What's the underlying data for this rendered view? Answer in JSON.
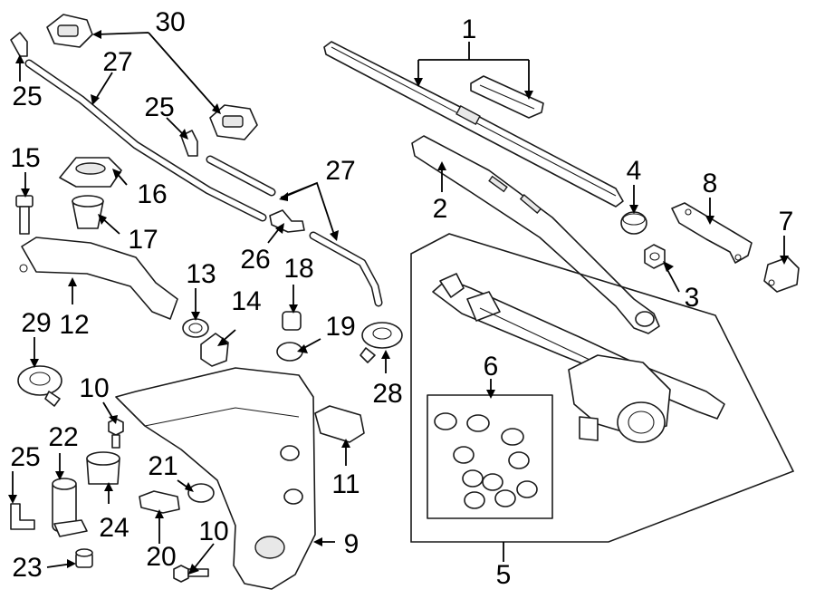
{
  "colors": {
    "line": "#1a1a1a",
    "background": "#ffffff",
    "shade": "#e8e8e8"
  },
  "callouts": {
    "c1": "1",
    "c2": "2",
    "c3": "3",
    "c4": "4",
    "c5": "5",
    "c6": "6",
    "c7": "7",
    "c8": "8",
    "c9": "9",
    "c10a": "10",
    "c10b": "10",
    "c11": "11",
    "c12": "12",
    "c13": "13",
    "c14": "14",
    "c15": "15",
    "c16": "16",
    "c17": "17",
    "c18": "18",
    "c19": "19",
    "c20": "20",
    "c21": "21",
    "c22": "22",
    "c23": "23",
    "c24": "24",
    "c25a": "25",
    "c25b": "25",
    "c25c": "25",
    "c26": "26",
    "c27a": "27",
    "c27b": "27",
    "c28": "28",
    "c29": "29",
    "c30": "30"
  }
}
